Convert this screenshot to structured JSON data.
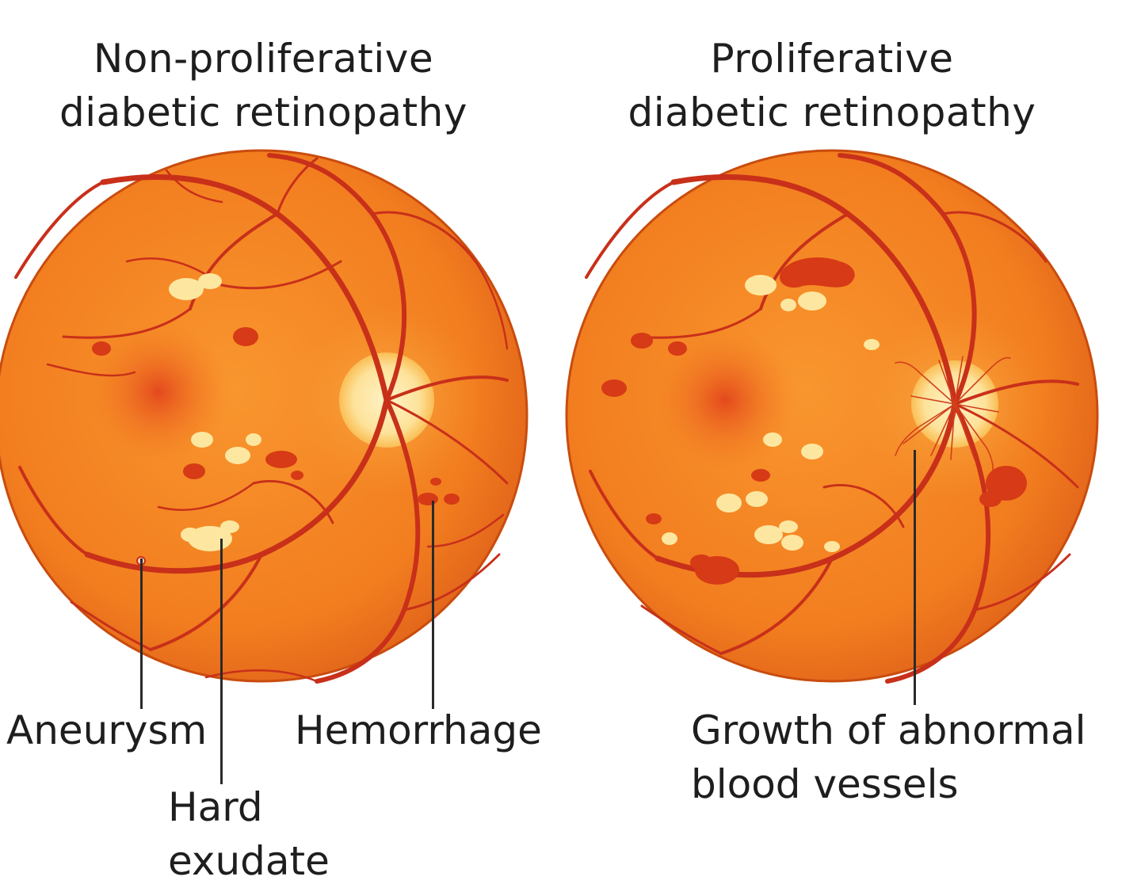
{
  "panels": [
    {
      "title_line1": "Non-proliferative",
      "title_line2": "diabetic retinopathy"
    },
    {
      "title_line1": "Proliferative",
      "title_line2": "diabetic retinopathy"
    }
  ],
  "labels": {
    "aneurysm": "Aneurysm",
    "hard_exudate_line1": "Hard",
    "hard_exudate_line2": "exudate",
    "hemorrhage": "Hemorrhage",
    "growth_line1": "Growth of abnormal",
    "growth_line2": "blood vessels"
  },
  "colors": {
    "retina": "#f07a1c",
    "retina_edge": "#c94c0e",
    "vessel": "#c8301a",
    "hemorrhage": "#d63a16",
    "exudate": "#fde7a0",
    "optic_disc": "#fde9a8"
  }
}
